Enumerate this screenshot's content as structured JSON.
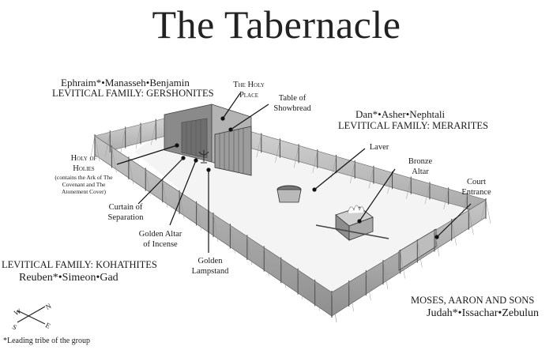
{
  "title": "The Tabernacle",
  "groups": {
    "north": {
      "tribes": "Ephraim*•Manasseh•Benjamin",
      "family": "LEVITICAL FAMILY: GERSHONITES"
    },
    "east_side": {
      "tribes": "Dan*•Asher•Nephtali",
      "family": "LEVITICAL FAMILY: MERARITES"
    },
    "south": {
      "family": "LEVITICAL FAMILY: KOHATHITES",
      "tribes": "Reuben*•Simeon•Gad"
    },
    "entrance_side": {
      "family": "MOSES, AARON AND SONS",
      "tribes": "Judah*•Issachar•Zebulun"
    }
  },
  "labels": {
    "holy_place_1": "The Holy",
    "holy_place_2": "Place",
    "showbread_1": "Table of",
    "showbread_2": "Showbread",
    "laver": "Laver",
    "bronze_altar_1": "Bronze",
    "bronze_altar_2": "Altar",
    "court_entrance_1": "Court",
    "court_entrance_2": "Entrance",
    "holy_of_holies_1": "Holy of",
    "holy_of_holies_2": "Holies",
    "holy_of_holies_note": "(contains the Ark of The Covenant and The Atonement Cover)",
    "curtain_1": "Curtain of",
    "curtain_2": "Separation",
    "golden_altar_1": "Golden Altar",
    "golden_altar_2": "of Incense",
    "lampstand_1": "Golden",
    "lampstand_2": "Lampstand"
  },
  "compass": {
    "n": "N",
    "s": "S",
    "w": "W",
    "e": "E"
  },
  "footnote": "*Leading tribe of the group"
}
